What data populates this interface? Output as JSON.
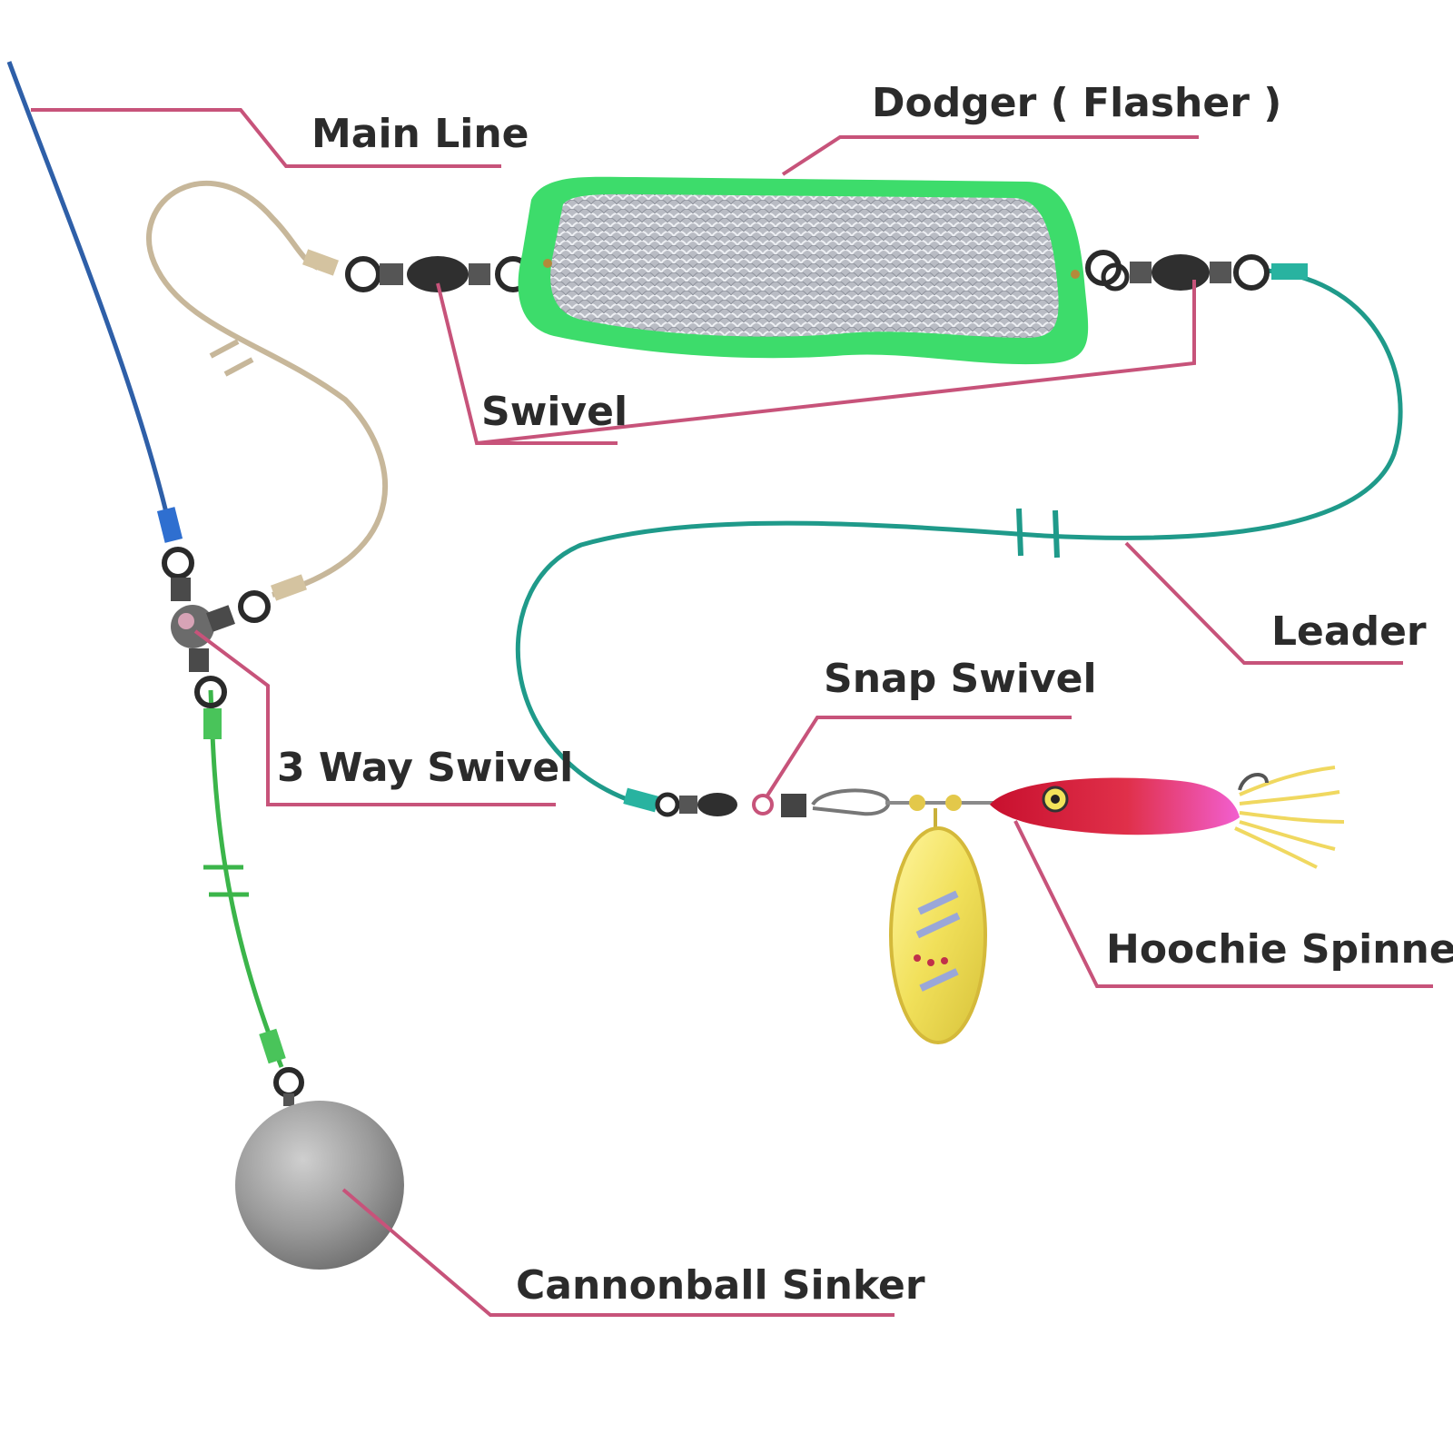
{
  "labels": {
    "main_line": "Main Line",
    "dodger": "Dodger ( Flasher )",
    "swivel": "Swivel",
    "leader": "Leader",
    "snap_swivel": "Snap Swivel",
    "three_way_swivel": "3 Way Swivel",
    "hoochie_spinner": "Hoochie Spinner",
    "cannonball_sinker": "Cannonball Sinker"
  },
  "colors": {
    "callout": "#c7537a",
    "main_line": "#2e5fa8",
    "leader": "#1f9a8a",
    "dropper": "#3bb54a",
    "tan_line": "#c7b79a",
    "dodger_border": "#3ddc6b",
    "hardware": "#3a3a3a",
    "sinker": "#8c8c8c",
    "spinner_blade": "#f2e35a",
    "hoochie": "#d8293a"
  }
}
